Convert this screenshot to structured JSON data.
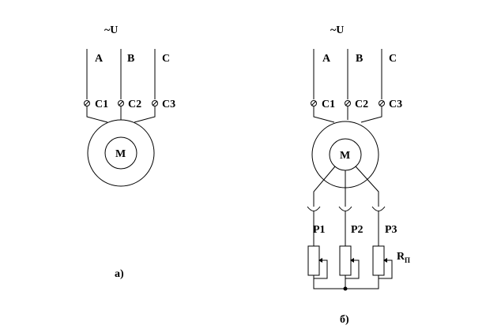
{
  "diagram_a": {
    "supply_label": "~U",
    "phases": [
      "A",
      "B",
      "C"
    ],
    "terminals": [
      "C1",
      "C2",
      "C3"
    ],
    "motor_label": "M",
    "caption": "а)"
  },
  "diagram_b": {
    "supply_label": "~U",
    "phases": [
      "A",
      "B",
      "C"
    ],
    "terminals": [
      "C1",
      "C2",
      "C3"
    ],
    "motor_label": "M",
    "brushes": [
      "P1",
      "P2",
      "P3"
    ],
    "resistor_label": "R",
    "resistor_subscript": "П",
    "caption": "б)"
  }
}
